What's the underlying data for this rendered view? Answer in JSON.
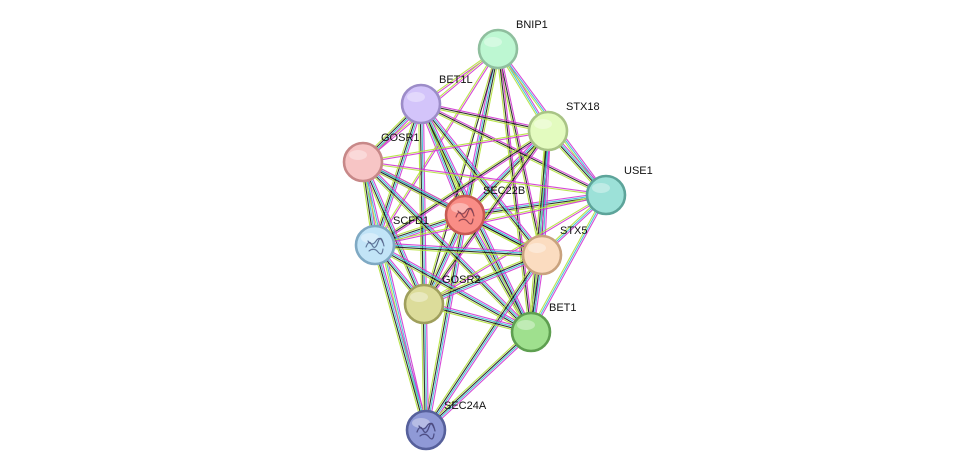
{
  "network": {
    "nodes": [
      {
        "id": "BNIP1",
        "label": "BNIP1",
        "fill": "#bdf7d2",
        "stroke": "#8fbf9e"
      },
      {
        "id": "BET1L",
        "label": "BET1L",
        "fill": "#d3c4fa",
        "stroke": "#9c8cc8"
      },
      {
        "id": "STX18",
        "label": "STX18",
        "fill": "#e3fbbf",
        "stroke": "#a9c486"
      },
      {
        "id": "GOSR1",
        "label": "GOSR1",
        "fill": "#f7c5c5",
        "stroke": "#c78888"
      },
      {
        "id": "USE1",
        "label": "USE1",
        "fill": "#9ce1d8",
        "stroke": "#5da49a"
      },
      {
        "id": "SEC22B",
        "label": "SEC22B",
        "fill": "#f98d86",
        "stroke": "#c75a52",
        "structure": true
      },
      {
        "id": "SCFD1",
        "label": "SCFD1",
        "fill": "#c2e4f7",
        "stroke": "#7fa9c3",
        "structure": true
      },
      {
        "id": "STX5",
        "label": "STX5",
        "fill": "#fbdcc0",
        "stroke": "#c9a27e"
      },
      {
        "id": "GOSR2",
        "label": "GOSR2",
        "fill": "#dcdc9a",
        "stroke": "#9f9f5c"
      },
      {
        "id": "BET1",
        "label": "BET1",
        "fill": "#9fe08e",
        "stroke": "#5e9f50"
      },
      {
        "id": "SEC24A",
        "label": "SEC24A",
        "fill": "#8f99d6",
        "stroke": "#56609b",
        "structure": true
      }
    ],
    "edges": [
      {
        "a": "SEC22B",
        "b": "BNIP1",
        "evidence": [
          "#d136d1",
          "#3cbfd7",
          "#1b1b1b",
          "#b3e23a"
        ]
      },
      {
        "a": "SEC22B",
        "b": "BET1L",
        "evidence": [
          "#d136d1",
          "#3cbfd7",
          "#1b1b1b",
          "#b3e23a"
        ]
      },
      {
        "a": "SEC22B",
        "b": "STX18",
        "evidence": [
          "#d136d1",
          "#3cbfd7",
          "#1b1b1b",
          "#b3e23a"
        ]
      },
      {
        "a": "SEC22B",
        "b": "GOSR1",
        "evidence": [
          "#d136d1",
          "#3cbfd7",
          "#1b1b1b",
          "#b3e23a"
        ]
      },
      {
        "a": "SEC22B",
        "b": "USE1",
        "evidence": [
          "#d136d1",
          "#3cbfd7",
          "#1b1b1b",
          "#b3e23a"
        ]
      },
      {
        "a": "SEC22B",
        "b": "SCFD1",
        "evidence": [
          "#d136d1",
          "#3cbfd7",
          "#1b1b1b",
          "#b3e23a"
        ]
      },
      {
        "a": "SEC22B",
        "b": "STX5",
        "evidence": [
          "#d136d1",
          "#3cbfd7",
          "#1b1b1b",
          "#b3e23a"
        ]
      },
      {
        "a": "SEC22B",
        "b": "GOSR2",
        "evidence": [
          "#d136d1",
          "#3cbfd7",
          "#1b1b1b",
          "#b3e23a"
        ]
      },
      {
        "a": "SEC22B",
        "b": "BET1",
        "evidence": [
          "#d136d1",
          "#3cbfd7",
          "#1b1b1b",
          "#b3e23a"
        ]
      },
      {
        "a": "SEC22B",
        "b": "SEC24A",
        "evidence": [
          "#d136d1",
          "#3cbfd7",
          "#1b1b1b",
          "#b3e23a"
        ]
      },
      {
        "a": "BNIP1",
        "b": "BET1L",
        "evidence": [
          "#d136d1",
          "#b3e23a"
        ]
      },
      {
        "a": "BNIP1",
        "b": "STX18",
        "evidence": [
          "#d136d1",
          "#3cbfd7",
          "#b3e23a"
        ]
      },
      {
        "a": "BNIP1",
        "b": "USE1",
        "evidence": [
          "#d136d1",
          "#3cbfd7",
          "#b3e23a"
        ]
      },
      {
        "a": "BNIP1",
        "b": "GOSR1",
        "evidence": [
          "#d136d1",
          "#b3e23a"
        ]
      },
      {
        "a": "BNIP1",
        "b": "STX5",
        "evidence": [
          "#d136d1",
          "#1b1b1b",
          "#b3e23a"
        ]
      },
      {
        "a": "BNIP1",
        "b": "SCFD1",
        "evidence": [
          "#d136d1",
          "#b3e23a"
        ]
      },
      {
        "a": "BNIP1",
        "b": "BET1",
        "evidence": [
          "#d136d1",
          "#1b1b1b",
          "#b3e23a"
        ]
      },
      {
        "a": "BNIP1",
        "b": "GOSR2",
        "evidence": [
          "#1b1b1b",
          "#b3e23a"
        ]
      },
      {
        "a": "BET1L",
        "b": "STX18",
        "evidence": [
          "#d136d1",
          "#1b1b1b",
          "#b3e23a"
        ]
      },
      {
        "a": "BET1L",
        "b": "GOSR1",
        "evidence": [
          "#d136d1",
          "#3cbfd7",
          "#1b1b1b",
          "#b3e23a"
        ]
      },
      {
        "a": "BET1L",
        "b": "USE1",
        "evidence": [
          "#d136d1",
          "#1b1b1b",
          "#b3e23a"
        ]
      },
      {
        "a": "BET1L",
        "b": "SCFD1",
        "evidence": [
          "#d136d1",
          "#3cbfd7",
          "#1b1b1b",
          "#b3e23a"
        ]
      },
      {
        "a": "BET1L",
        "b": "STX5",
        "evidence": [
          "#d136d1",
          "#3cbfd7",
          "#1b1b1b",
          "#b3e23a"
        ]
      },
      {
        "a": "BET1L",
        "b": "GOSR2",
        "evidence": [
          "#d136d1",
          "#3cbfd7",
          "#1b1b1b",
          "#b3e23a"
        ]
      },
      {
        "a": "BET1L",
        "b": "BET1",
        "evidence": [
          "#d136d1",
          "#3cbfd7",
          "#1b1b1b",
          "#b3e23a"
        ]
      },
      {
        "a": "STX18",
        "b": "GOSR1",
        "evidence": [
          "#d136d1",
          "#b3e23a"
        ]
      },
      {
        "a": "STX18",
        "b": "USE1",
        "evidence": [
          "#d136d1",
          "#3cbfd7",
          "#1b1b1b",
          "#b3e23a"
        ]
      },
      {
        "a": "STX18",
        "b": "SCFD1",
        "evidence": [
          "#d136d1",
          "#1b1b1b",
          "#b3e23a"
        ]
      },
      {
        "a": "STX18",
        "b": "STX5",
        "evidence": [
          "#d136d1",
          "#3cbfd7",
          "#1b1b1b",
          "#b3e23a"
        ]
      },
      {
        "a": "STX18",
        "b": "GOSR2",
        "evidence": [
          "#d136d1",
          "#1b1b1b",
          "#b3e23a"
        ]
      },
      {
        "a": "STX18",
        "b": "BET1",
        "evidence": [
          "#d136d1",
          "#3cbfd7",
          "#1b1b1b",
          "#b3e23a"
        ]
      },
      {
        "a": "GOSR1",
        "b": "USE1",
        "evidence": [
          "#d136d1",
          "#b3e23a"
        ]
      },
      {
        "a": "GOSR1",
        "b": "SCFD1",
        "evidence": [
          "#d136d1",
          "#3cbfd7",
          "#1b1b1b",
          "#b3e23a"
        ]
      },
      {
        "a": "GOSR1",
        "b": "STX5",
        "evidence": [
          "#d136d1",
          "#3cbfd7",
          "#1b1b1b",
          "#b3e23a"
        ]
      },
      {
        "a": "GOSR1",
        "b": "GOSR2",
        "evidence": [
          "#d136d1",
          "#3cbfd7",
          "#1b1b1b",
          "#b3e23a"
        ]
      },
      {
        "a": "GOSR1",
        "b": "BET1",
        "evidence": [
          "#d136d1",
          "#3cbfd7",
          "#1b1b1b",
          "#b3e23a"
        ]
      },
      {
        "a": "GOSR1",
        "b": "SEC24A",
        "evidence": [
          "#d136d1",
          "#3cbfd7",
          "#b3e23a"
        ]
      },
      {
        "a": "USE1",
        "b": "SCFD1",
        "evidence": [
          "#d136d1",
          "#b3e23a"
        ]
      },
      {
        "a": "USE1",
        "b": "STX5",
        "evidence": [
          "#d136d1",
          "#3cbfd7",
          "#b3e23a"
        ]
      },
      {
        "a": "USE1",
        "b": "GOSR2",
        "evidence": [
          "#d136d1",
          "#b3e23a"
        ]
      },
      {
        "a": "USE1",
        "b": "BET1",
        "evidence": [
          "#d136d1",
          "#3cbfd7",
          "#b3e23a"
        ]
      },
      {
        "a": "SCFD1",
        "b": "STX5",
        "evidence": [
          "#d136d1",
          "#3cbfd7",
          "#1b1b1b",
          "#b3e23a"
        ]
      },
      {
        "a": "SCFD1",
        "b": "GOSR2",
        "evidence": [
          "#d136d1",
          "#3cbfd7",
          "#1b1b1b",
          "#b3e23a"
        ]
      },
      {
        "a": "SCFD1",
        "b": "BET1",
        "evidence": [
          "#d136d1",
          "#3cbfd7",
          "#1b1b1b",
          "#b3e23a"
        ]
      },
      {
        "a": "SCFD1",
        "b": "SEC24A",
        "evidence": [
          "#d136d1",
          "#3cbfd7",
          "#1b1b1b",
          "#b3e23a"
        ]
      },
      {
        "a": "STX5",
        "b": "GOSR2",
        "evidence": [
          "#d136d1",
          "#3cbfd7",
          "#1b1b1b",
          "#b3e23a"
        ]
      },
      {
        "a": "STX5",
        "b": "BET1",
        "evidence": [
          "#d136d1",
          "#3cbfd7",
          "#1b1b1b",
          "#b3e23a"
        ]
      },
      {
        "a": "STX5",
        "b": "SEC24A",
        "evidence": [
          "#d136d1",
          "#3cbfd7",
          "#1b1b1b",
          "#b3e23a"
        ]
      },
      {
        "a": "GOSR2",
        "b": "BET1",
        "evidence": [
          "#d136d1",
          "#3cbfd7",
          "#1b1b1b",
          "#b3e23a"
        ]
      },
      {
        "a": "GOSR2",
        "b": "SEC24A",
        "evidence": [
          "#d136d1",
          "#3cbfd7",
          "#1b1b1b",
          "#b3e23a"
        ]
      },
      {
        "a": "BET1",
        "b": "SEC24A",
        "evidence": [
          "#d136d1",
          "#3cbfd7",
          "#1b1b1b",
          "#b3e23a"
        ]
      }
    ]
  }
}
